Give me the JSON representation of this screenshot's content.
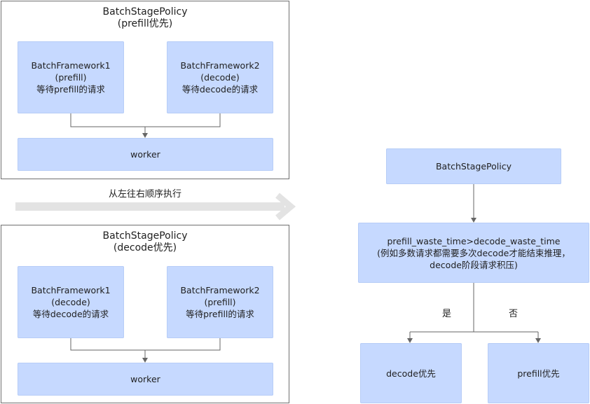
{
  "top_policy": {
    "title": "BatchStagePolicy",
    "subtitle": "(prefill优先)",
    "framework1": {
      "line1": "BatchFramework1",
      "line2": "(prefill)",
      "line3": "等待prefill的请求"
    },
    "framework2": {
      "line1": "BatchFramework2",
      "line2": "(decode)",
      "line3": "等待decode的请求"
    },
    "worker": "worker"
  },
  "order_arrow": {
    "label": "从左往右顺序执行"
  },
  "bottom_policy": {
    "title": "BatchStagePolicy",
    "subtitle": "(decode优先)",
    "framework1": {
      "line1": "BatchFramework1",
      "line2": "(decode)",
      "line3": "等待decode的请求"
    },
    "framework2": {
      "line1": "BatchFramework2",
      "line2": "(prefill)",
      "line3": "等待prefill的请求"
    },
    "worker": "worker"
  },
  "flow": {
    "start": "BatchStagePolicy",
    "condition": {
      "line1": "prefill_waste_time>decode_waste_time",
      "line2": "(例如多数请求都需要多次decode才能结束推理，",
      "line3": "decode阶段请求积压)"
    },
    "yes_label": "是",
    "no_label": "否",
    "yes_result": "decode优先",
    "no_result": "prefill优先"
  },
  "colors": {
    "box_fill": "#c6d9ff",
    "line": "#666666",
    "frame_border": "#707070",
    "arrow": "#e3e3e3"
  }
}
